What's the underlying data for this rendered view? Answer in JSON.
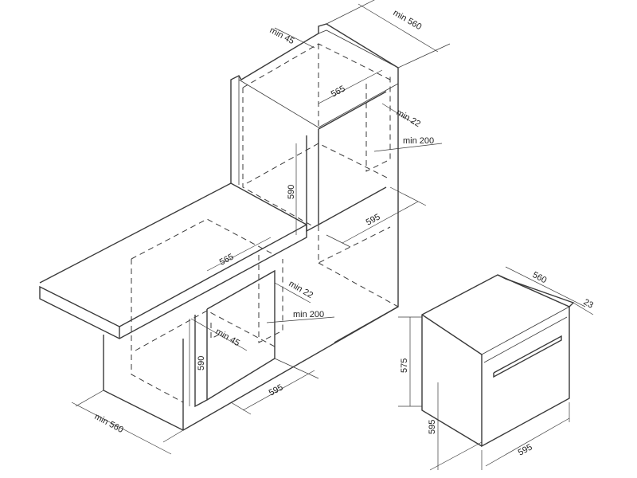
{
  "labels": {
    "tall_min45": "min 45",
    "tall_min560": "min 560",
    "tall_565": "565",
    "tall_min22": "min 22",
    "tall_min200": "min 200",
    "tall_590": "590",
    "tall_595": "595",
    "base_565": "565",
    "base_min22": "min 22",
    "base_min200": "min 200",
    "base_590": "590",
    "base_min45": "min 45",
    "base_595": "595",
    "base_min560": "min 560",
    "oven_560": "560",
    "oven_23": "23",
    "oven_575": "575",
    "oven_595_height": "595",
    "oven_595_width": "595"
  }
}
